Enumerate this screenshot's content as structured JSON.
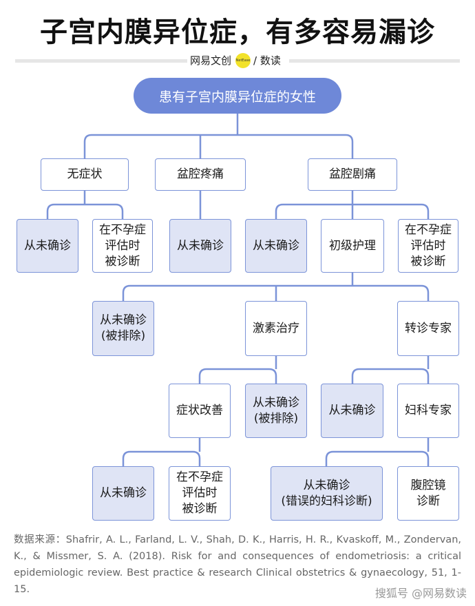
{
  "title": "子宫内膜异位症，有多容易漏诊",
  "brand": {
    "left": "网易文创",
    "logo": "NetEase",
    "right": "/ 数读"
  },
  "root": "患有子宫内膜异位症的女性",
  "nodes": {
    "n_asym": "无症状",
    "n_pain": "盆腔疼痛",
    "n_severe": "盆腔剧痛",
    "n_a1": "从未确诊",
    "n_a2": "在不孕症\n评估时\n被诊断",
    "n_p1": "从未确诊",
    "n_s1": "从未确诊",
    "n_s2": "初级护理",
    "n_s3": "在不孕症\n评估时\n被诊断",
    "n_c1": "从未确诊\n(被排除)",
    "n_c2": "激素治疗",
    "n_c3": "转诊专家",
    "n_h1": "症状改善",
    "n_h2": "从未确诊\n(被排除)",
    "n_r1": "从未确诊",
    "n_r2": "妇科专家",
    "n_i1": "从未确诊",
    "n_i2": "在不孕症\n评估时\n被诊断",
    "n_g1": "从未确诊\n(错误的妇科诊断)",
    "n_g2": "腹腔镜\n诊断"
  },
  "source": "数据来源：Shafrir, A. L., Farland, L. V., Shah, D. K., Harris, H. R., Kvaskoff, M., Zondervan, K., & Missmer, S. A. (2018). Risk for and consequences of endometriosis: a critical epidemiologic review. Best practice & research Clinical obstetrics & gynaecology, 51, 1-15.",
  "watermark": "搜狐号 @网易数读",
  "colors": {
    "accent": "#6e88d8",
    "line": "#7b93d8",
    "fill": "#dfe4f5"
  }
}
